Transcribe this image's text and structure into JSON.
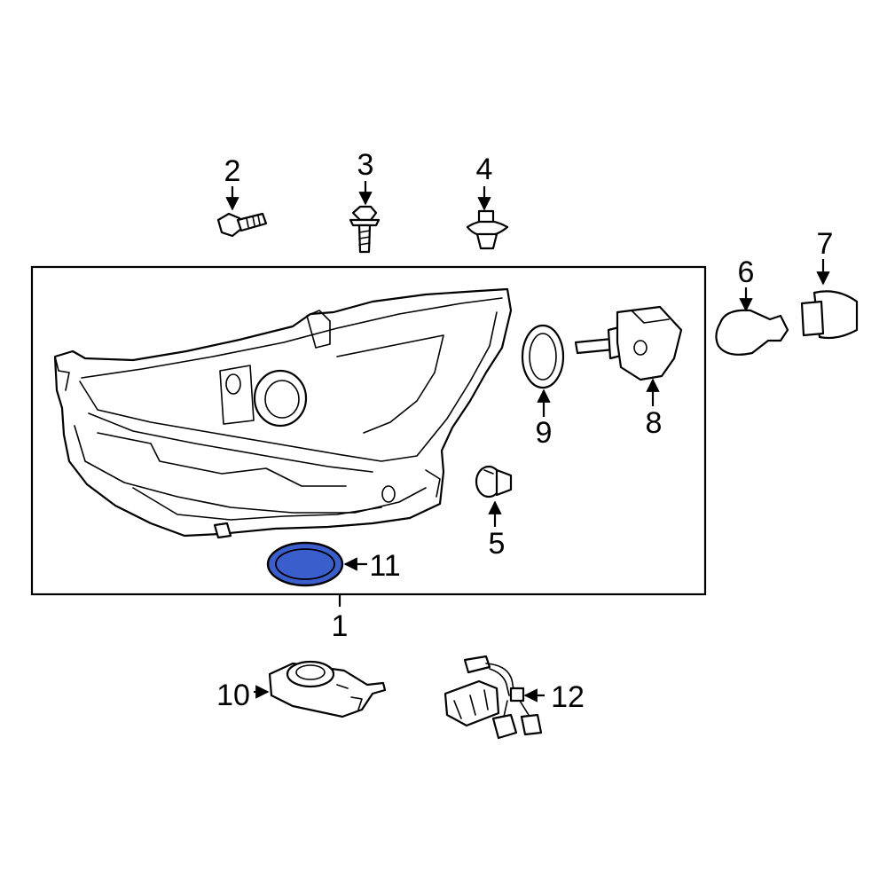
{
  "callouts": {
    "c1": "1",
    "c2": "2",
    "c3": "3",
    "c4": "4",
    "c5": "5",
    "c6": "6",
    "c7": "7",
    "c8": "8",
    "c9": "9",
    "c10": "10",
    "c11": "11",
    "c12": "12"
  },
  "colors": {
    "highlight_fill": "#3a5fcd",
    "line": "#000000",
    "background": "#ffffff"
  },
  "highlighted_part": "11"
}
